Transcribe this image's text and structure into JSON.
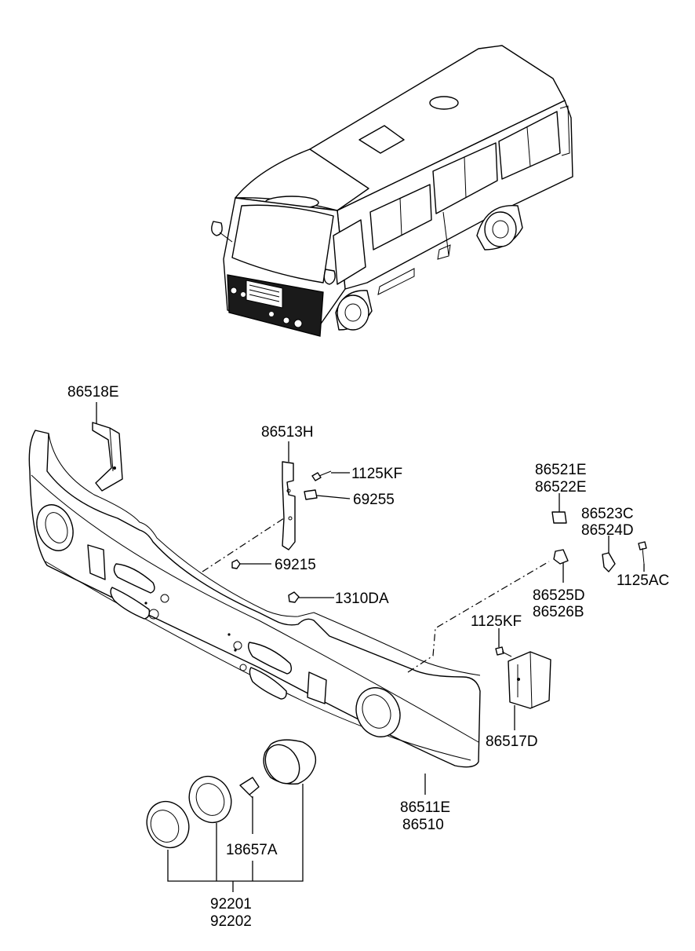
{
  "labels": {
    "p86518E": "86518E",
    "p86513H": "86513H",
    "p1125KF_top": "1125KF",
    "p69255": "69255",
    "p69215": "69215",
    "p1310DA": "1310DA",
    "p86521E": "86521E",
    "p86522E": "86522E",
    "p86523C": "86523C",
    "p86524D": "86524D",
    "p1125AC": "1125AC",
    "p86525D": "86525D",
    "p86526B": "86526B",
    "p1125KF_right": "1125KF",
    "p86517D": "86517D",
    "p86511E": "86511E",
    "p86510": "86510",
    "p18657A": "18657A",
    "p92201": "92201",
    "p92202": "92202"
  }
}
